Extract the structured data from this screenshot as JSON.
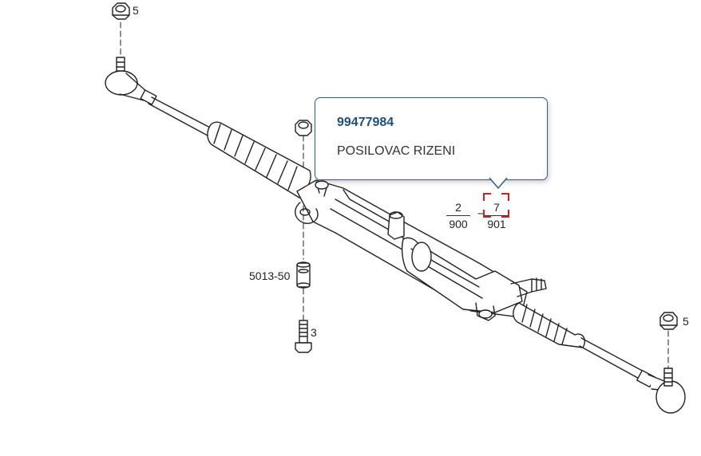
{
  "callouts": {
    "upper_nut": "5",
    "right_nut": "5",
    "bushing": "5013-50",
    "bolt": "3"
  },
  "fraction_left": {
    "numerator": "2",
    "denominator": "900"
  },
  "fraction_right": {
    "numerator": "7",
    "denominator": "901"
  },
  "tooltip": {
    "part_number": "99477984",
    "description": "POSILOVAC RIZENI"
  },
  "colors": {
    "line": "#222222",
    "tooltip_border": "#2f5f86",
    "part_number": "#1f4f7a",
    "highlight": "#d21f1f"
  }
}
